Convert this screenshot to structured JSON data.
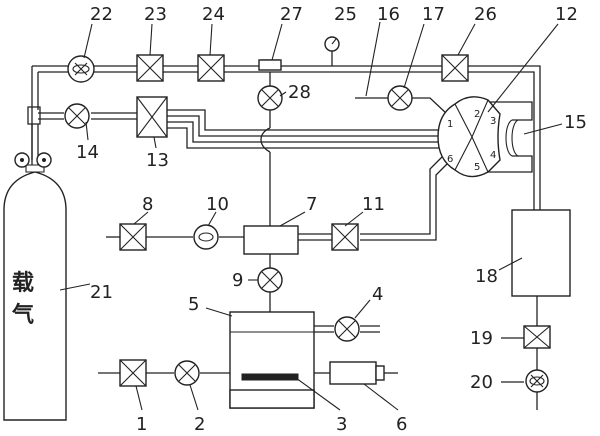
{
  "labels": {
    "n1": "1",
    "n2": "2",
    "n3": "3",
    "n4": "4",
    "n5": "5",
    "n6": "6",
    "n7": "7",
    "n8": "8",
    "n9": "9",
    "n10": "10",
    "n11": "11",
    "n12": "12",
    "n13": "13",
    "n14": "14",
    "n15": "15",
    "n16": "16",
    "n17": "17",
    "n18": "18",
    "n19": "19",
    "n20": "20",
    "n21": "21",
    "n22": "22",
    "n23": "23",
    "n24": "24",
    "n25": "25",
    "n26": "26",
    "n27": "27",
    "n28": "28"
  },
  "ports": {
    "p1": "1",
    "p2": "2",
    "p3": "3",
    "p4": "4",
    "p5": "5",
    "p6": "6"
  },
  "cylinder_text": {
    "line1": "载",
    "line2": "气"
  },
  "colors": {
    "stroke": "#222222",
    "background": "#ffffff"
  }
}
